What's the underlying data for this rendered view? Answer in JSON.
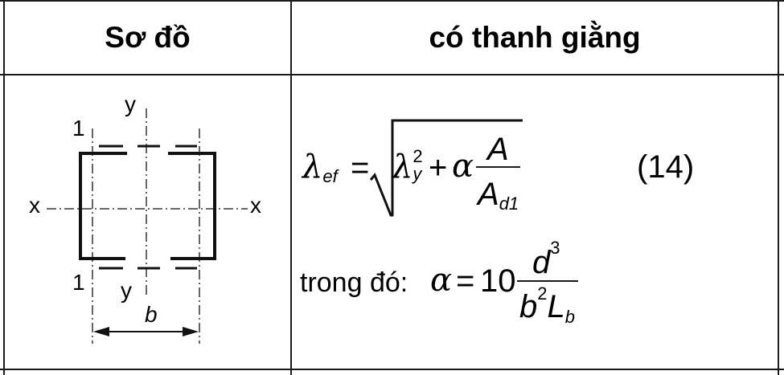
{
  "table": {
    "headers": [
      "Sơ đồ",
      "có thanh giằng"
    ]
  },
  "diagram": {
    "label_y_top": "y",
    "label_y_bottom": "y",
    "label_x_left": "x",
    "label_x_right": "x",
    "label_1_top": "1",
    "label_1_bottom": "1",
    "label_b": "b"
  },
  "formula": {
    "lambda": "λ",
    "lambda_sub": "ef",
    "equals": "=",
    "lambda_y": "λ",
    "lambda_y_sub": "y",
    "lambda_y_sup": "2",
    "plus": "+",
    "alpha": "α",
    "numerator": "A",
    "denominator": "A",
    "denominator_sub": "d1",
    "equation_number": "(14)",
    "where_label": "trong đó:",
    "alpha2": "α",
    "equals2": "=",
    "coefficient": "10",
    "num2": "d",
    "num2_sup": "3",
    "den2_b": "b",
    "den2_b_sup": "2",
    "den2_L": "L",
    "den2_L_sub": "b"
  }
}
